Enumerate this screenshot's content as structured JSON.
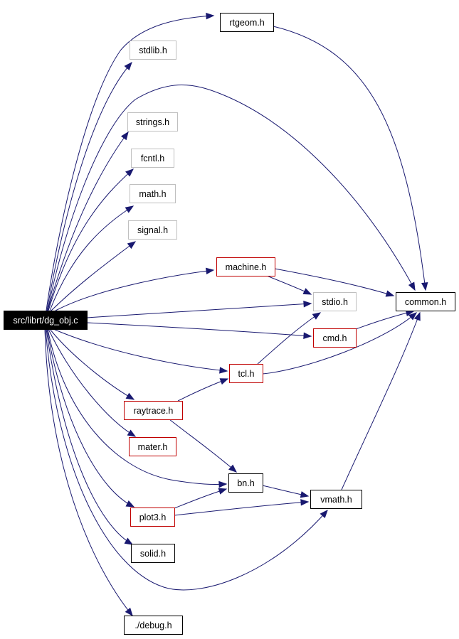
{
  "colors": {
    "root_fill": "#000000",
    "root_text": "#ffffff",
    "documented_border": "#000000",
    "has_more_border": "#c00000",
    "undocumented_border": "#bfbfbf",
    "text": "#000000",
    "edge": "#191970"
  },
  "nodes": [
    {
      "id": "src-librt-dg-obj-c",
      "label": "src/librt/dg_obj.c",
      "kind": "root"
    },
    {
      "id": "rtgeom-h",
      "label": "rtgeom.h",
      "kind": "documented"
    },
    {
      "id": "stdlib-h",
      "label": "stdlib.h",
      "kind": "undocumented"
    },
    {
      "id": "strings-h",
      "label": "strings.h",
      "kind": "undocumented"
    },
    {
      "id": "fcntl-h",
      "label": "fcntl.h",
      "kind": "undocumented"
    },
    {
      "id": "math-h",
      "label": "math.h",
      "kind": "undocumented"
    },
    {
      "id": "signal-h",
      "label": "signal.h",
      "kind": "undocumented"
    },
    {
      "id": "machine-h",
      "label": "machine.h",
      "kind": "has-more"
    },
    {
      "id": "stdio-h",
      "label": "stdio.h",
      "kind": "undocumented"
    },
    {
      "id": "common-h",
      "label": "common.h",
      "kind": "documented"
    },
    {
      "id": "cmd-h",
      "label": "cmd.h",
      "kind": "has-more"
    },
    {
      "id": "tcl-h",
      "label": "tcl.h",
      "kind": "has-more"
    },
    {
      "id": "raytrace-h",
      "label": "raytrace.h",
      "kind": "has-more"
    },
    {
      "id": "mater-h",
      "label": "mater.h",
      "kind": "has-more"
    },
    {
      "id": "bn-h",
      "label": "bn.h",
      "kind": "documented"
    },
    {
      "id": "vmath-h",
      "label": "vmath.h",
      "kind": "documented"
    },
    {
      "id": "plot3-h",
      "label": "plot3.h",
      "kind": "has-more"
    },
    {
      "id": "solid-h",
      "label": "solid.h",
      "kind": "documented"
    },
    {
      "id": "debug-h",
      "label": "./debug.h",
      "kind": "documented"
    }
  ],
  "edges": [
    {
      "from": "src-librt-dg-obj-c",
      "to": "rtgeom-h"
    },
    {
      "from": "src-librt-dg-obj-c",
      "to": "stdlib-h"
    },
    {
      "from": "src-librt-dg-obj-c",
      "to": "common-h"
    },
    {
      "from": "src-librt-dg-obj-c",
      "to": "strings-h"
    },
    {
      "from": "src-librt-dg-obj-c",
      "to": "fcntl-h"
    },
    {
      "from": "src-librt-dg-obj-c",
      "to": "math-h"
    },
    {
      "from": "src-librt-dg-obj-c",
      "to": "signal-h"
    },
    {
      "from": "src-librt-dg-obj-c",
      "to": "machine-h"
    },
    {
      "from": "src-librt-dg-obj-c",
      "to": "stdio-h"
    },
    {
      "from": "src-librt-dg-obj-c",
      "to": "cmd-h"
    },
    {
      "from": "src-librt-dg-obj-c",
      "to": "tcl-h"
    },
    {
      "from": "src-librt-dg-obj-c",
      "to": "raytrace-h"
    },
    {
      "from": "src-librt-dg-obj-c",
      "to": "mater-h"
    },
    {
      "from": "src-librt-dg-obj-c",
      "to": "bn-h"
    },
    {
      "from": "src-librt-dg-obj-c",
      "to": "plot3-h"
    },
    {
      "from": "src-librt-dg-obj-c",
      "to": "solid-h"
    },
    {
      "from": "src-librt-dg-obj-c",
      "to": "vmath-h"
    },
    {
      "from": "src-librt-dg-obj-c",
      "to": "debug-h"
    },
    {
      "from": "rtgeom-h",
      "to": "common-h"
    },
    {
      "from": "machine-h",
      "to": "common-h"
    },
    {
      "from": "machine-h",
      "to": "stdio-h"
    },
    {
      "from": "cmd-h",
      "to": "common-h"
    },
    {
      "from": "tcl-h",
      "to": "stdio-h"
    },
    {
      "from": "tcl-h",
      "to": "common-h"
    },
    {
      "from": "raytrace-h",
      "to": "tcl-h"
    },
    {
      "from": "raytrace-h",
      "to": "bn-h"
    },
    {
      "from": "bn-h",
      "to": "vmath-h"
    },
    {
      "from": "plot3-h",
      "to": "bn-h"
    },
    {
      "from": "plot3-h",
      "to": "vmath-h"
    },
    {
      "from": "vmath-h",
      "to": "common-h"
    }
  ]
}
